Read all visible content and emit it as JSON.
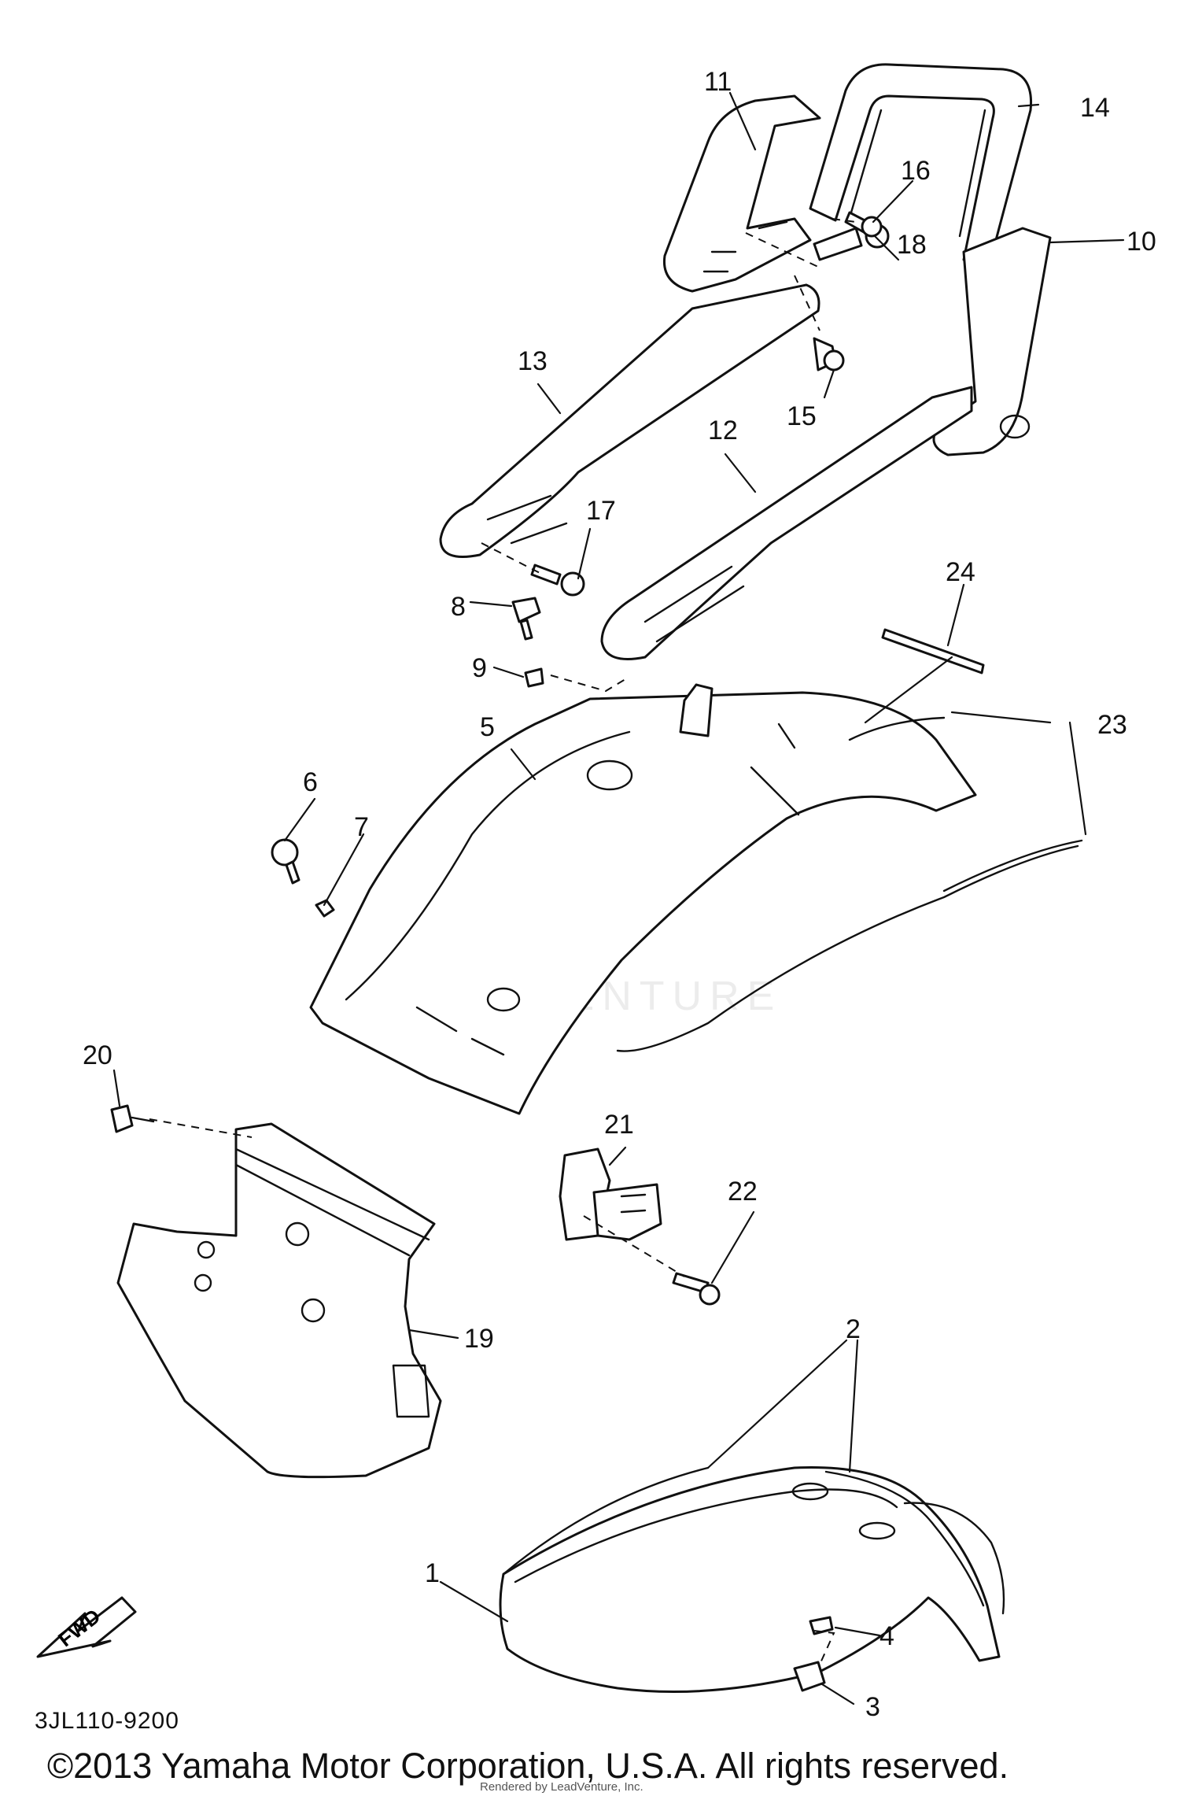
{
  "diagram": {
    "code": "3JL110-9200",
    "copyright": "©2013 Yamaha Motor Corporation, U.S.A. All rights reserved.",
    "rendered_by": "Rendered by LeadVenture, Inc.",
    "watermark": "LEADVENTURE",
    "direction_label": "FWD"
  },
  "callouts": [
    "1",
    "2",
    "3",
    "4",
    "5",
    "6",
    "7",
    "8",
    "9",
    "10",
    "11",
    "12",
    "13",
    "14",
    "15",
    "16",
    "17",
    "18",
    "19",
    "20",
    "21",
    "22",
    "23",
    "24"
  ]
}
